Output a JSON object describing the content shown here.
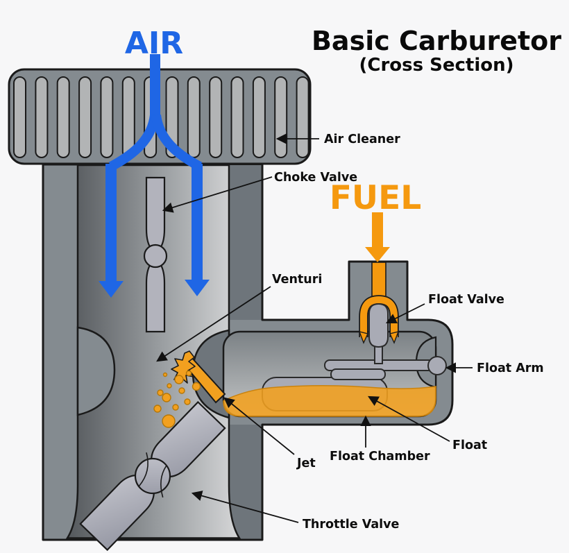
{
  "title": {
    "main": "Basic Carburetor",
    "sub": "(Cross Section)"
  },
  "flows": {
    "air": "AIR",
    "fuel": "FUEL"
  },
  "labels": {
    "air_cleaner": "Air Cleaner",
    "choke_valve": "Choke Valve",
    "venturi": "Venturi",
    "float_valve": "Float Valve",
    "float_arm": "Float Arm",
    "float": "Float",
    "float_chamber": "Float Chamber",
    "jet": "Jet",
    "throttle_valve": "Throttle Valve"
  },
  "colors": {
    "air_blue": "#1f66e5",
    "fuel_orange": "#f5990f",
    "fuel_fill": "#f2a01f",
    "fuel_outline": "#c9820e",
    "body_gray": "#848b90",
    "dark_gray": "#6e757b",
    "valve_gray": "#b2b3bc",
    "float_gray": "#a9abb5",
    "outline": "#1a1a1a",
    "background": "#f7f7f8"
  }
}
